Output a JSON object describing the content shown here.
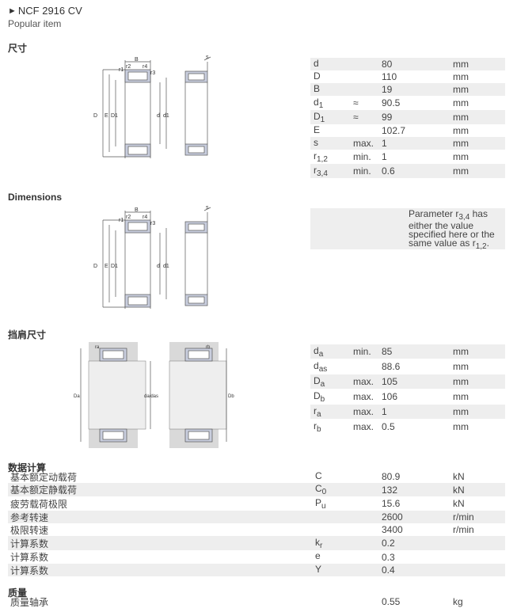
{
  "header": {
    "title": "NCF 2916 CV",
    "subtitle": "Popular item"
  },
  "sections": {
    "size": "尺寸",
    "dimensions": "Dimensions",
    "abutment": "挡肩尺寸",
    "calc": "数据计算",
    "mass": "质量"
  },
  "size_table": [
    {
      "sym": "d",
      "sub": "",
      "qual": "",
      "val": "80",
      "unit": "mm"
    },
    {
      "sym": "D",
      "sub": "",
      "qual": "",
      "val": "110",
      "unit": "mm"
    },
    {
      "sym": "B",
      "sub": "",
      "qual": "",
      "val": "19",
      "unit": "mm"
    },
    {
      "sym": "d",
      "sub": "1",
      "qual": "≈",
      "val": "90.5",
      "unit": "mm"
    },
    {
      "sym": "D",
      "sub": "1",
      "qual": "≈",
      "val": "99",
      "unit": "mm"
    },
    {
      "sym": "E",
      "sub": "",
      "qual": "",
      "val": "102.7",
      "unit": "mm"
    },
    {
      "sym": "s",
      "sub": "",
      "qual": "max.",
      "val": "1",
      "unit": "mm"
    },
    {
      "sym": "r",
      "sub": "1,2",
      "qual": "min.",
      "val": "1",
      "unit": "mm"
    },
    {
      "sym": "r",
      "sub": "3,4",
      "qual": "min.",
      "val": "0.6",
      "unit": "mm"
    }
  ],
  "note": {
    "pre": "Parameter r",
    "sub1": "3,4",
    "mid": " has either the value specified here or the same value as r",
    "sub2": "1,2",
    "post": "."
  },
  "abutment_table": [
    {
      "sym": "d",
      "sub": "a",
      "qual": "min.",
      "val": "85",
      "unit": "mm"
    },
    {
      "sym": "d",
      "sub": "as",
      "qual": "",
      "val": "88.6",
      "unit": "mm"
    },
    {
      "sym": "D",
      "sub": "a",
      "qual": "max.",
      "val": "105",
      "unit": "mm"
    },
    {
      "sym": "D",
      "sub": "b",
      "qual": "max.",
      "val": "106",
      "unit": "mm"
    },
    {
      "sym": "r",
      "sub": "a",
      "qual": "max.",
      "val": "1",
      "unit": "mm"
    },
    {
      "sym": "r",
      "sub": "b",
      "qual": "max.",
      "val": "0.5",
      "unit": "mm"
    }
  ],
  "calc_table": [
    {
      "label": "基本额定动载荷",
      "sym": "C",
      "sub": "",
      "val": "80.9",
      "unit": "kN"
    },
    {
      "label": "基本额定静载荷",
      "sym": "C",
      "sub": "0",
      "val": "132",
      "unit": "kN"
    },
    {
      "label": "疲劳载荷极限",
      "sym": "P",
      "sub": "u",
      "val": "15.6",
      "unit": "kN"
    },
    {
      "label": "参考转速",
      "sym": "",
      "sub": "",
      "val": "2600",
      "unit": "r/min"
    },
    {
      "label": "极限转速",
      "sym": "",
      "sub": "",
      "val": "3400",
      "unit": "r/min"
    },
    {
      "label": "计算系数",
      "sym": "k",
      "sub": "r",
      "val": "0.2",
      "unit": ""
    },
    {
      "label": "计算系数",
      "sym": "e",
      "sub": "",
      "val": "0.3",
      "unit": ""
    },
    {
      "label": "计算系数",
      "sym": "Y",
      "sub": "",
      "val": "0.4",
      "unit": ""
    }
  ],
  "mass_table": [
    {
      "label": "质量轴承",
      "sym": "",
      "sub": "",
      "val": "0.55",
      "unit": "kg"
    }
  ],
  "diagram_labels": {
    "B": "B",
    "s": "s",
    "r1": "r1",
    "r2": "r2",
    "r3": "r3",
    "r4": "r4",
    "D": "D",
    "E": "E",
    "D1": "D1",
    "d": "d",
    "d1": "d1",
    "ra": "ra",
    "rb": "rb",
    "Da": "Da",
    "Db": "Db",
    "da_das": "da/das"
  },
  "colors": {
    "row_alt": "#eeeeee",
    "diagram_fill": "#c9cede",
    "shade": "#d9d9d9"
  }
}
